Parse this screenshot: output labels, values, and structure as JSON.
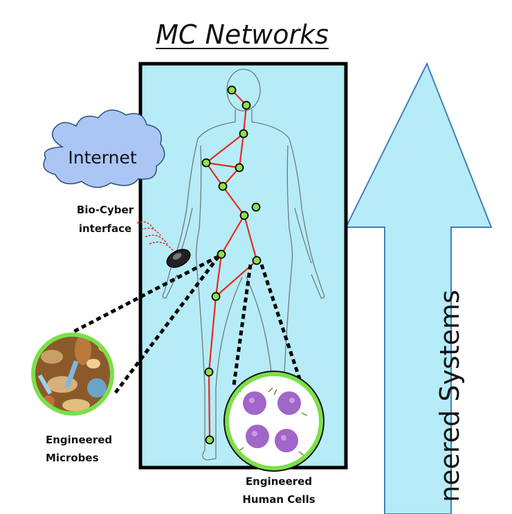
{
  "title": "MC Networks",
  "cloud": {
    "label": "Internet"
  },
  "interface": {
    "line1": "Bio-Cyber",
    "line2": "interface"
  },
  "microbes": {
    "line1": "Engineered",
    "line2": "Microbes"
  },
  "cells": {
    "line1": "Engineered",
    "line2": "Human Cells"
  },
  "arrow": {
    "label": "neered Systems"
  },
  "colors": {
    "panel": "#b6ecf7",
    "edge": "#e8281e",
    "node": "#8ee04a",
    "arrow": "#b6ecf7",
    "cloud": "#a9c6f5",
    "ring": "#7be04a"
  },
  "icons": [
    "cloud-icon",
    "wristband-icon",
    "signal-waves-icon",
    "microbes-image",
    "human-cells-image",
    "human-body-outline"
  ]
}
